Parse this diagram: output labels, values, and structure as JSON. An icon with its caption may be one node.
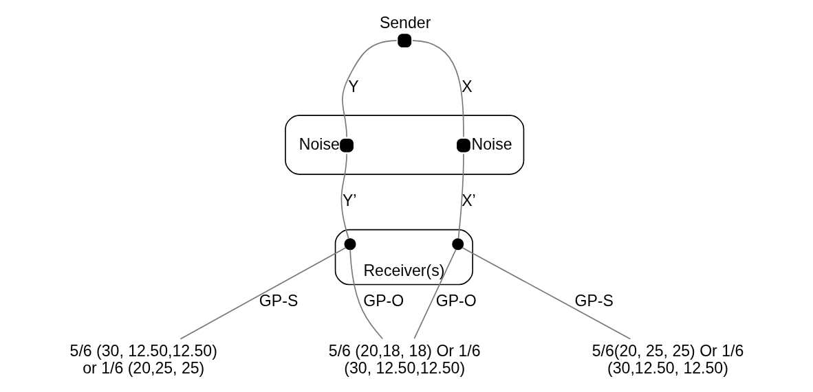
{
  "diagram": {
    "nodes": [
      {
        "text": [
          "Sender"
        ]
      },
      {
        "text": [],
        "shape": "ellipse"
      },
      {
        "text": [
          "Noise"
        ],
        "in": 1
      },
      {
        "text": [
          "Noise"
        ],
        "in": 1
      },
      {
        "text": [
          "Receiver(s)"
        ]
      },
      {
        "text": [],
        "shape": "circle",
        "in": 4
      },
      {
        "text": [],
        "shape": "circle",
        "in": 4
      },
      {
        "text": [
          "5/6 (30, 12.50,12.50) or 1/6 (20,25, 25)"
        ]
      },
      {
        "text": [
          "5/6 (20,18, 18) Or 1/6 (30, 12.50,12.50)"
        ]
      },
      {
        "text": [
          "5/6(20, 25, 25) Or 1/6 (30,12.50, 12.50)"
        ]
      }
    ],
    "edges": [
      {
        "from": 0,
        "to": 2,
        "arrow": "none",
        "label": "Y"
      },
      {
        "from": 0,
        "to": 3,
        "arrow": "none",
        "label": "X"
      },
      {
        "from": 2,
        "to": 5,
        "arrow": "none",
        "label": "Y’"
      },
      {
        "from": 3,
        "to": 6,
        "arrow": "none",
        "label": "X’"
      },
      {
        "from": 5,
        "to": 7,
        "arrow": "none",
        "label": "GP-S"
      },
      {
        "from": 5,
        "to": 8,
        "arrow": "none",
        "label": "GP-O"
      },
      {
        "from": 6,
        "to": 8,
        "arrow": "none",
        "label": "GP-O"
      },
      {
        "from": 6,
        "to": 9,
        "arrow": "none",
        "label": "GP-S"
      }
    ]
  }
}
